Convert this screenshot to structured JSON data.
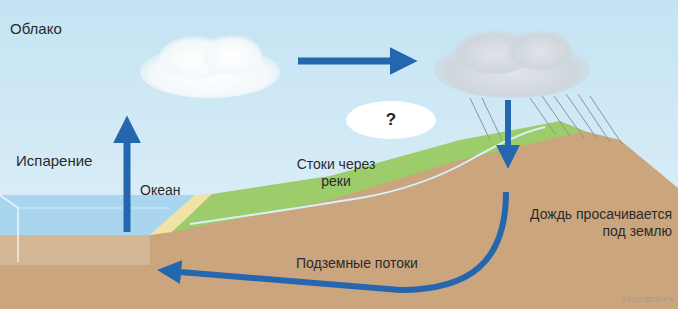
{
  "diagram": {
    "nodes": [
      {
        "text": [
          "?"
        ]
      }
    ],
    "labels": [
      "Облако",
      "Испарение",
      "Океан",
      "Стоки через реки",
      "Дождь просачивается под землю",
      "Подземные потоки",
      "РЕШУВПР.РФ"
    ]
  }
}
